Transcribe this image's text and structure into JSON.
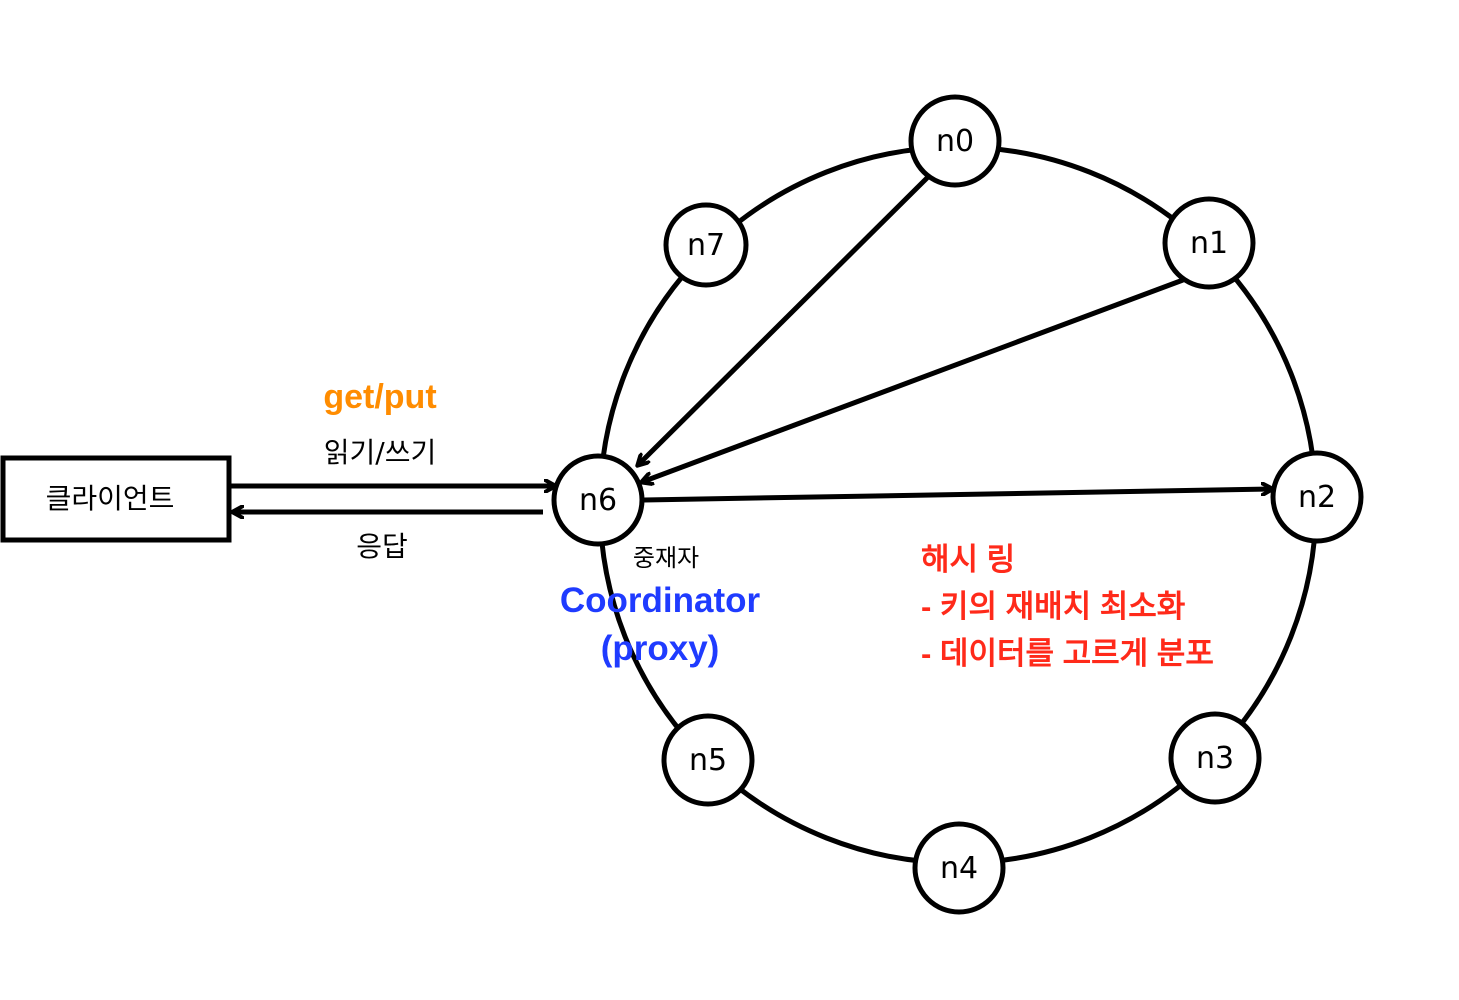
{
  "client": {
    "label": "클라이언트"
  },
  "request": {
    "method_label": "get/put",
    "korean_label": "읽기/쓰기",
    "method_color": "#FF8C00"
  },
  "response": {
    "label": "응답"
  },
  "coordinator": {
    "korean_label": "중재자",
    "english_label": "Coordinator",
    "proxy_label": "(proxy)",
    "color": "#1F3BFF"
  },
  "ring": {
    "nodes": [
      {
        "id": "n0",
        "label": "n0"
      },
      {
        "id": "n1",
        "label": "n1"
      },
      {
        "id": "n2",
        "label": "n2"
      },
      {
        "id": "n3",
        "label": "n3"
      },
      {
        "id": "n4",
        "label": "n4"
      },
      {
        "id": "n5",
        "label": "n5"
      },
      {
        "id": "n6",
        "label": "n6"
      },
      {
        "id": "n7",
        "label": "n7"
      }
    ]
  },
  "notes": {
    "color": "#FF2A1A",
    "title": "해시 링",
    "lines": [
      "- 키의 재배치 최소화",
      "- 데이터를 고르게 분포"
    ]
  }
}
